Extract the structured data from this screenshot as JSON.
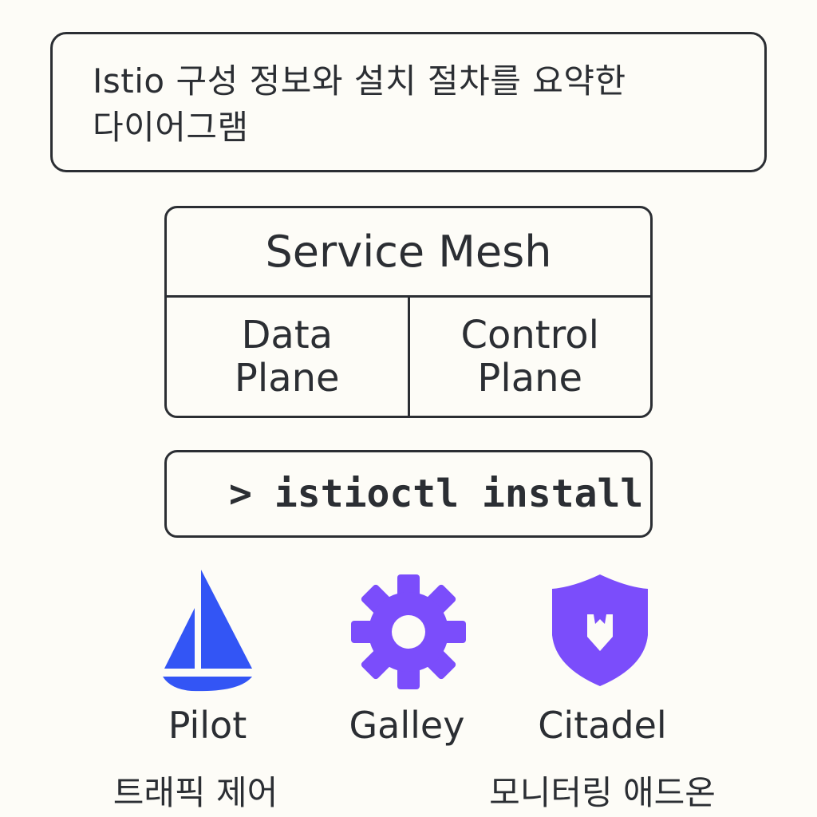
{
  "title": {
    "line1": "Istio 구성 정보와 설치 절차를 요약한",
    "line2": "다이어그램"
  },
  "service_mesh": {
    "header": "Service Mesh",
    "data_plane": {
      "line1": "Data",
      "line2": "Plane"
    },
    "control_plane": {
      "line1": "Control",
      "line2": "Plane"
    }
  },
  "command": {
    "prompt": ">",
    "text": "istioctl install"
  },
  "components": [
    {
      "name": "Pilot",
      "icon": "sailboat-icon",
      "color": "#3355f5",
      "caption": "트래픽 제어"
    },
    {
      "name": "Galley",
      "icon": "gear-icon",
      "color": "#7b4dfb"
    },
    {
      "name": "Citadel",
      "icon": "shield-icon",
      "color": "#7b4dfb",
      "caption": "모니터링 애드온"
    }
  ]
}
